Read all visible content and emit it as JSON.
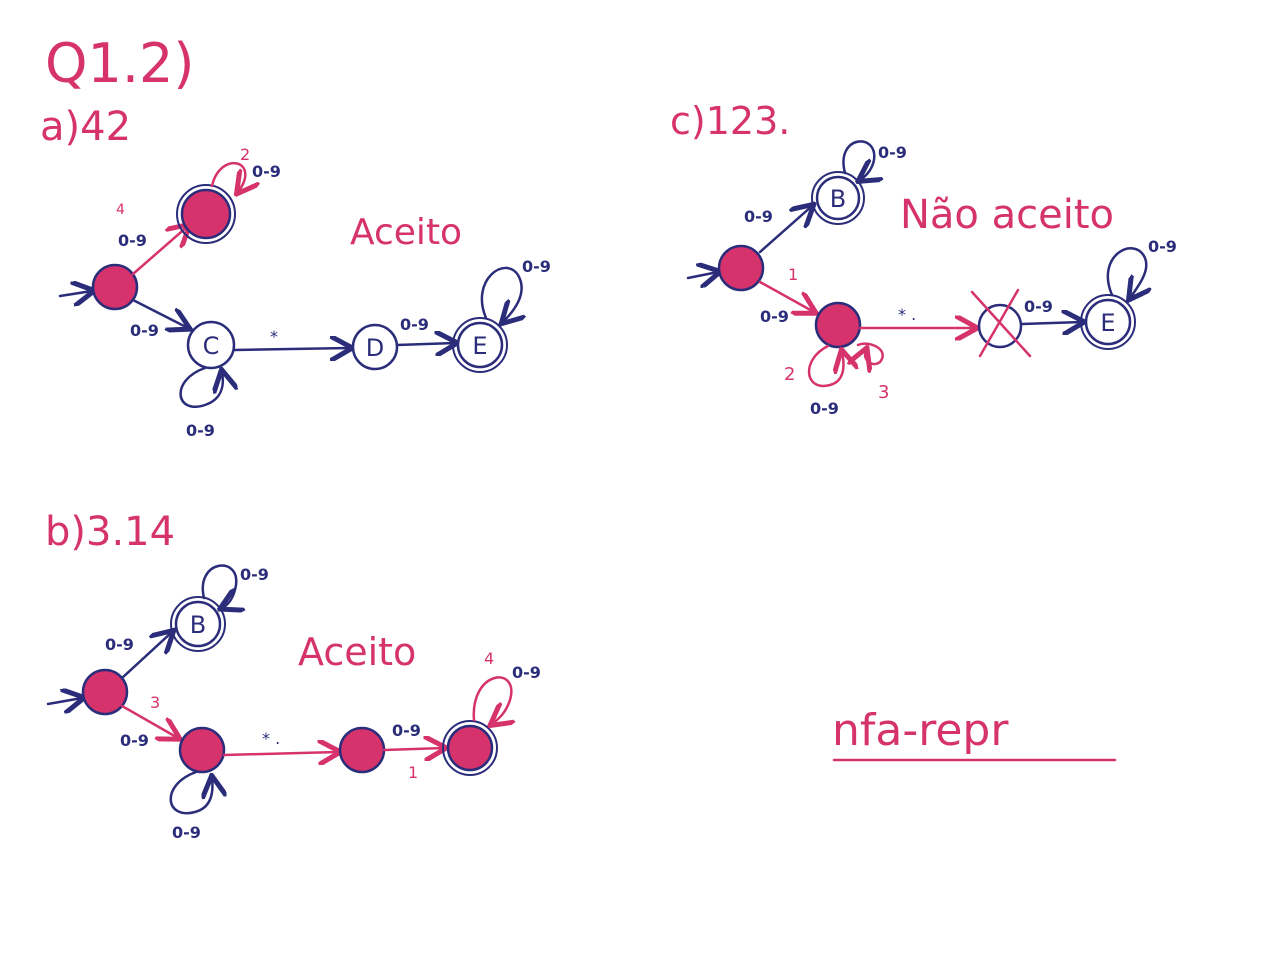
{
  "heading": "Q1.2)",
  "footer_label": "nfa-repr",
  "colors": {
    "pink": "#d6336c",
    "blue": "#2b2d7a"
  },
  "part_a": {
    "title": "a)42",
    "result": "Aceito",
    "labels": {
      "C": "C",
      "D": "D",
      "E": "E"
    },
    "edges": {
      "digits": "0-9",
      "dot": "*",
      "four": "4",
      "two": "2"
    }
  },
  "part_b": {
    "title": "b)3.14",
    "result": "Aceito",
    "labels": {
      "B": "B"
    },
    "edges": {
      "digits": "0-9",
      "dot": "* .",
      "three": "3",
      "one": "1",
      "four": "4"
    }
  },
  "part_c": {
    "title": "c)123.",
    "result": "Não aceito",
    "labels": {
      "B": "B",
      "E": "E"
    },
    "edges": {
      "digits": "0-9",
      "dot": "* .",
      "one": "1",
      "two": "2",
      "three": "3"
    }
  }
}
